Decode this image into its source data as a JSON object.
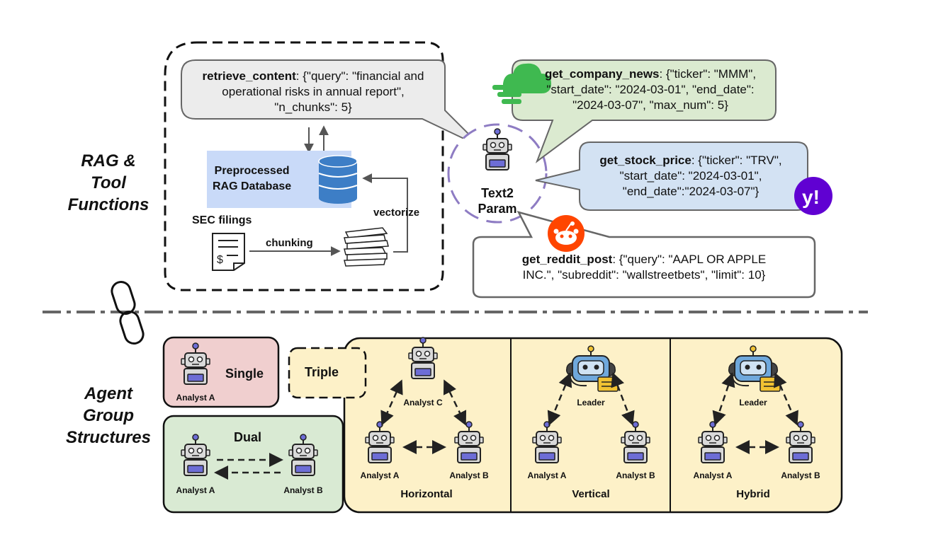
{
  "sections": {
    "top_label": [
      "RAG &",
      "Tool",
      "Functions"
    ],
    "bottom_label": [
      "Agent",
      "Group",
      "Structures"
    ]
  },
  "rag": {
    "retrieve_call": {
      "name": "retrieve_content",
      "args_line1": ": {\"query\": \"financial and",
      "args_line2": "operational risks in annual report\",",
      "args_line3": "\"n_chunks\": 5}"
    },
    "database_label": [
      "Preprocessed",
      "RAG Database"
    ],
    "sec_filings": "SEC filings",
    "chunking": "chunking",
    "vectorize": "vectorize"
  },
  "center": {
    "label_line1": "Text2",
    "label_line2": "Param"
  },
  "tools": {
    "company_news": {
      "name": "get_company_news",
      "line1": ": {\"ticker\": \"MMM\",",
      "line2": "\"start_date\": \"2024-03-01\", \"end_date\":",
      "line3": "\"2024-03-07\", \"max_num\": 5}"
    },
    "stock_price": {
      "name": "get_stock_price",
      "line1": ": {\"ticker\": \"TRV\",",
      "line2": "\"start_date\": \"2024-03-01\",",
      "line3": "\"end_date\":\"2024-03-07\"}"
    },
    "reddit_post": {
      "name": "get_reddit_post",
      "line1": ": {\"query\": \"AAPL OR APPLE",
      "line2": "INC.\", \"subreddit\": \"wallstreetbets\", \"limit\": 10}"
    }
  },
  "structures": {
    "single": {
      "title": "Single",
      "agent": "Analyst A"
    },
    "dual": {
      "title": "Dual",
      "agent_a": "Analyst A",
      "agent_b": "Analyst B"
    },
    "triple": {
      "title": "Triple"
    },
    "horizontal": {
      "title": "Horizontal",
      "top": "Analyst C",
      "left": "Analyst A",
      "right": "Analyst B"
    },
    "vertical": {
      "title": "Vertical",
      "top": "Leader",
      "left": "Analyst A",
      "right": "Analyst B"
    },
    "hybrid": {
      "title": "Hybrid",
      "top": "Leader",
      "left": "Analyst A",
      "right": "Analyst B"
    }
  },
  "colors": {
    "gray_bubble": "#ececec",
    "green_bubble": "#dbead0",
    "blue_bubble": "#d3e2f3",
    "database_box": "#c9daf8",
    "database_icon": "#3d7ec6",
    "center_ring": "#8e7cc3",
    "single_box": "#f0cfcf",
    "dual_box": "#d9ead3",
    "triple_box": "#fdf1c8",
    "robot_body": "#d9d9d9",
    "robot_accent": "#6d6dd6",
    "leader_face": "#6fa8dc",
    "reddit": "#ff4500",
    "yahoo": "#6001d2",
    "news_cloud": "#3fb950"
  },
  "icons": [
    "robot-icon",
    "leader-robot-icon",
    "database-icon",
    "document-icon",
    "paper-stack-icon",
    "chain-link-icon",
    "news-cloud-icon",
    "yahoo-icon",
    "reddit-icon"
  ]
}
